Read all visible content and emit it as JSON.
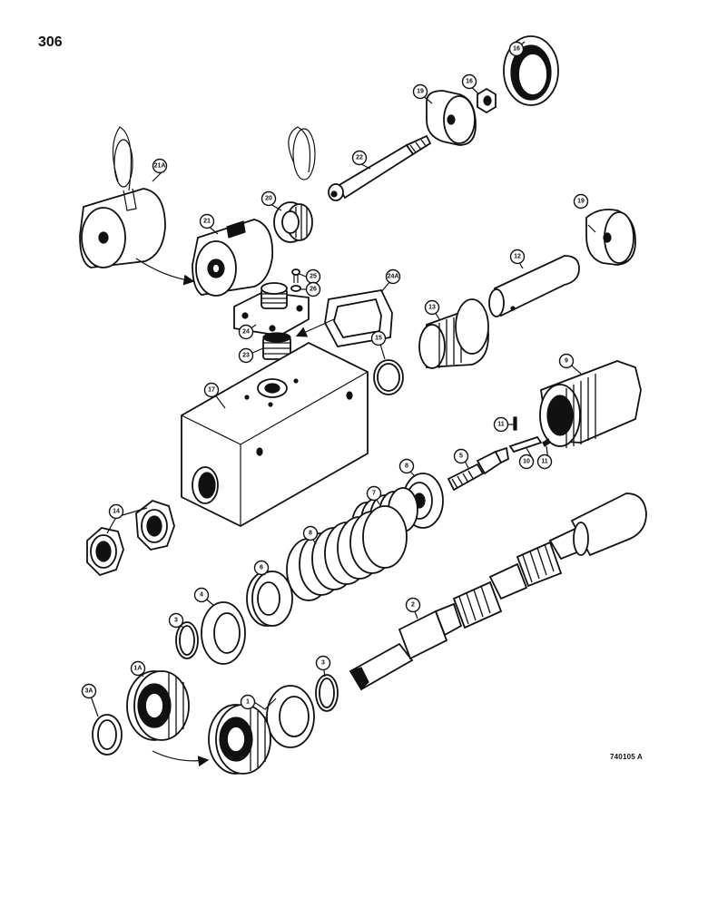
{
  "page": {
    "number": "306",
    "figure_code": "740105 A"
  },
  "parts": [
    {
      "id": "p1",
      "label": "1"
    },
    {
      "id": "p1a",
      "label": "1A"
    },
    {
      "id": "p2",
      "label": "2"
    },
    {
      "id": "p3a",
      "label": "3"
    },
    {
      "id": "p3b",
      "label": "3"
    },
    {
      "id": "p3c",
      "label": "3A"
    },
    {
      "id": "p4",
      "label": "4"
    },
    {
      "id": "p5",
      "label": "5"
    },
    {
      "id": "p6",
      "label": "6"
    },
    {
      "id": "p7",
      "label": "7"
    },
    {
      "id": "p8a",
      "label": "8"
    },
    {
      "id": "p8b",
      "label": "8"
    },
    {
      "id": "p9",
      "label": "9"
    },
    {
      "id": "p10",
      "label": "10"
    },
    {
      "id": "p11a",
      "label": "11"
    },
    {
      "id": "p11b",
      "label": "11"
    },
    {
      "id": "p12",
      "label": "12"
    },
    {
      "id": "p13",
      "label": "13"
    },
    {
      "id": "p14",
      "label": "14"
    },
    {
      "id": "p15",
      "label": "15"
    },
    {
      "id": "p16a",
      "label": "16"
    },
    {
      "id": "p16b",
      "label": "16"
    },
    {
      "id": "p17",
      "label": "17"
    },
    {
      "id": "p19a",
      "label": "19"
    },
    {
      "id": "p19b",
      "label": "19"
    },
    {
      "id": "p20",
      "label": "20"
    },
    {
      "id": "p21",
      "label": "21"
    },
    {
      "id": "p21a",
      "label": "21A"
    },
    {
      "id": "p22",
      "label": "22"
    },
    {
      "id": "p23",
      "label": "23"
    },
    {
      "id": "p24",
      "label": "24"
    },
    {
      "id": "p24a",
      "label": "24A"
    },
    {
      "id": "p25",
      "label": "25"
    },
    {
      "id": "p26",
      "label": "26"
    }
  ]
}
